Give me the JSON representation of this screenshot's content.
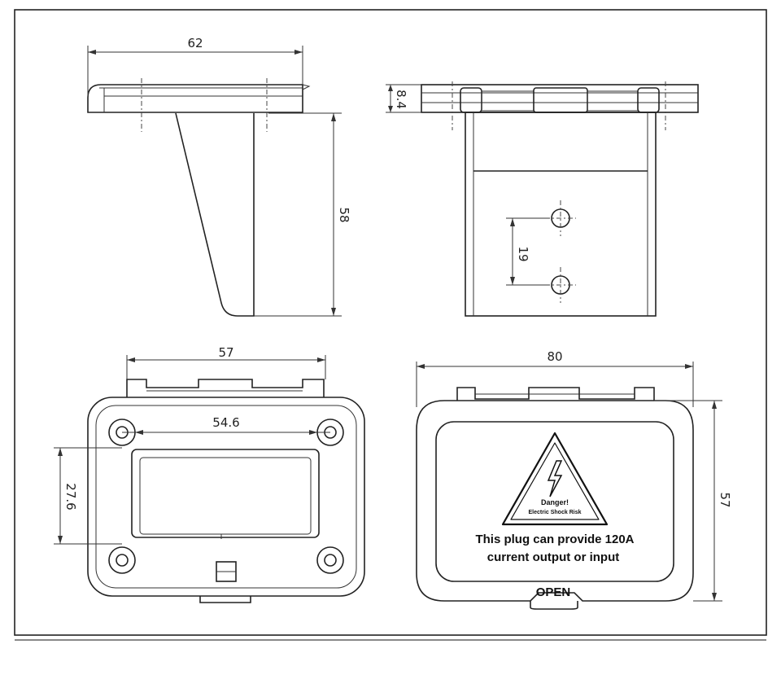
{
  "dimensions": {
    "side_width": "62",
    "plate_thickness": "8.4",
    "height": "58",
    "hole_spacing": "19",
    "back_width": "57",
    "hole_span_h": "54.6",
    "hole_span_v": "27.6",
    "front_width": "80",
    "front_height": "57"
  },
  "label": {
    "danger": "Danger!",
    "shock": "Electric Shock Risk",
    "line1": "This plug can provide 120A",
    "line2": "current output or input",
    "open": "OPEN"
  },
  "colors": {
    "line": "#222222",
    "background": "#ffffff"
  }
}
